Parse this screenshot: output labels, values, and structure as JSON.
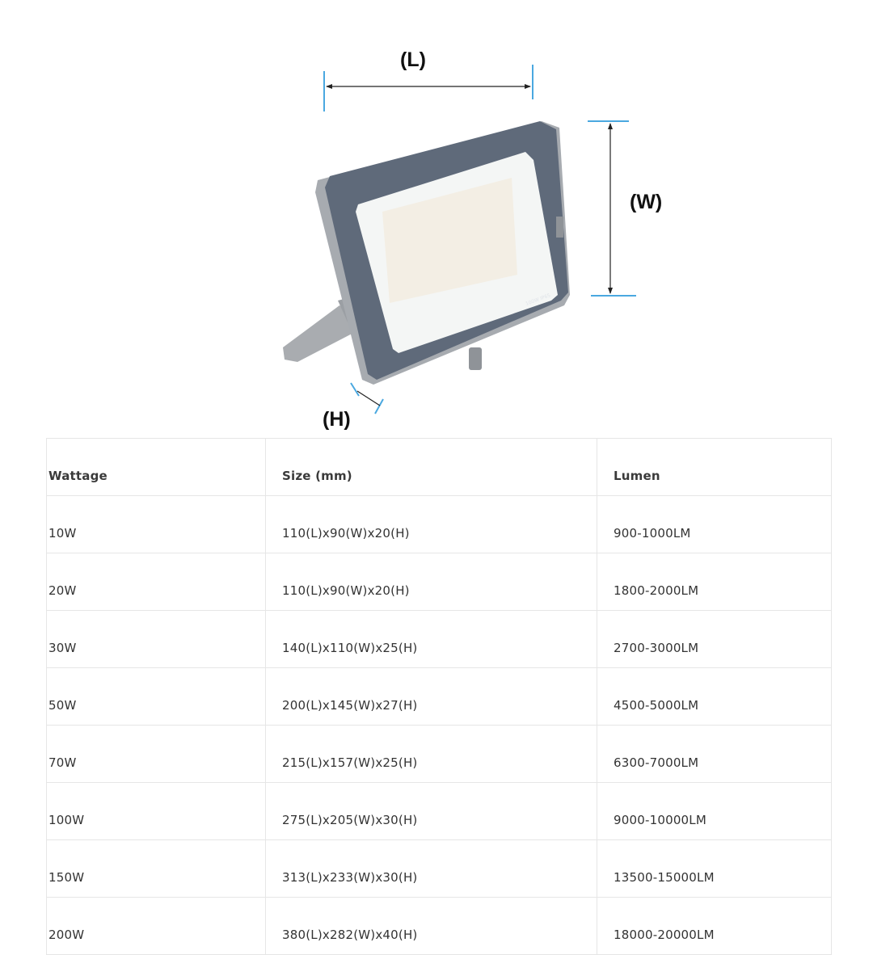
{
  "figure": {
    "dimension_labels": {
      "length": "(L)",
      "width": "(W)",
      "height": "(H)"
    },
    "product_marking": "100W IP65",
    "colors": {
      "dimension_tick": "#4aa8e0",
      "housing": "#5f6a7a",
      "frame": "#a7abb0",
      "lens": "#f4f6f5"
    }
  },
  "table": {
    "headers": [
      "Wattage",
      "Size (mm)",
      "Lumen"
    ],
    "rows": [
      [
        "10W",
        "110(L)x90(W)x20(H)",
        "900-1000LM"
      ],
      [
        "20W",
        "110(L)x90(W)x20(H)",
        "1800-2000LM"
      ],
      [
        "30W",
        "140(L)x110(W)x25(H)",
        "2700-3000LM"
      ],
      [
        "50W",
        "200(L)x145(W)x27(H)",
        "4500-5000LM"
      ],
      [
        "70W",
        "215(L)x157(W)x25(H)",
        "6300-7000LM"
      ],
      [
        "100W",
        "275(L)x205(W)x30(H)",
        "9000-10000LM"
      ],
      [
        "150W",
        "313(L)x233(W)x30(H)",
        "13500-15000LM"
      ],
      [
        "200W",
        "380(L)x282(W)x40(H)",
        "18000-20000LM"
      ]
    ]
  }
}
